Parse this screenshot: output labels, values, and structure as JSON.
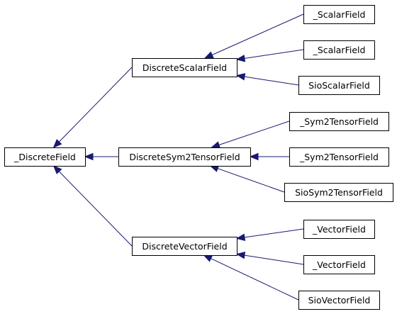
{
  "nodes": [
    {
      "id": "discrete_field",
      "label": "_DiscreteField"
    },
    {
      "id": "discrete_scalar_field",
      "label": "DiscreteScalarField"
    },
    {
      "id": "discrete_sym2_tensor_field",
      "label": "DiscreteSym2TensorField"
    },
    {
      "id": "discrete_vector_field",
      "label": "DiscreteVectorField"
    },
    {
      "id": "scalar_field_1",
      "label": "_ScalarField"
    },
    {
      "id": "scalar_field_2",
      "label": "_ScalarField"
    },
    {
      "id": "sio_scalar_field",
      "label": "SioScalarField"
    },
    {
      "id": "sym2_tensor_field_1",
      "label": "_Sym2TensorField"
    },
    {
      "id": "sym2_tensor_field_2",
      "label": "_Sym2TensorField"
    },
    {
      "id": "sio_sym2_tensor_field",
      "label": "SioSym2TensorField"
    },
    {
      "id": "vector_field_1",
      "label": "_VectorField"
    },
    {
      "id": "vector_field_2",
      "label": "_VectorField"
    },
    {
      "id": "sio_vector_field",
      "label": "SioVectorField"
    }
  ],
  "edges": [
    {
      "from": "discrete_scalar_field",
      "to": "discrete_field"
    },
    {
      "from": "discrete_sym2_tensor_field",
      "to": "discrete_field"
    },
    {
      "from": "discrete_vector_field",
      "to": "discrete_field"
    },
    {
      "from": "scalar_field_1",
      "to": "discrete_scalar_field"
    },
    {
      "from": "scalar_field_2",
      "to": "discrete_scalar_field"
    },
    {
      "from": "sio_scalar_field",
      "to": "discrete_scalar_field"
    },
    {
      "from": "sym2_tensor_field_1",
      "to": "discrete_sym2_tensor_field"
    },
    {
      "from": "sym2_tensor_field_2",
      "to": "discrete_sym2_tensor_field"
    },
    {
      "from": "sio_sym2_tensor_field",
      "to": "discrete_sym2_tensor_field"
    },
    {
      "from": "vector_field_1",
      "to": "discrete_vector_field"
    },
    {
      "from": "vector_field_2",
      "to": "discrete_vector_field"
    },
    {
      "from": "sio_vector_field",
      "to": "discrete_vector_field"
    }
  ],
  "colors": {
    "edge": "#191970",
    "node_border": "#000000",
    "node_fill": "#ffffff",
    "text": "#000000"
  }
}
